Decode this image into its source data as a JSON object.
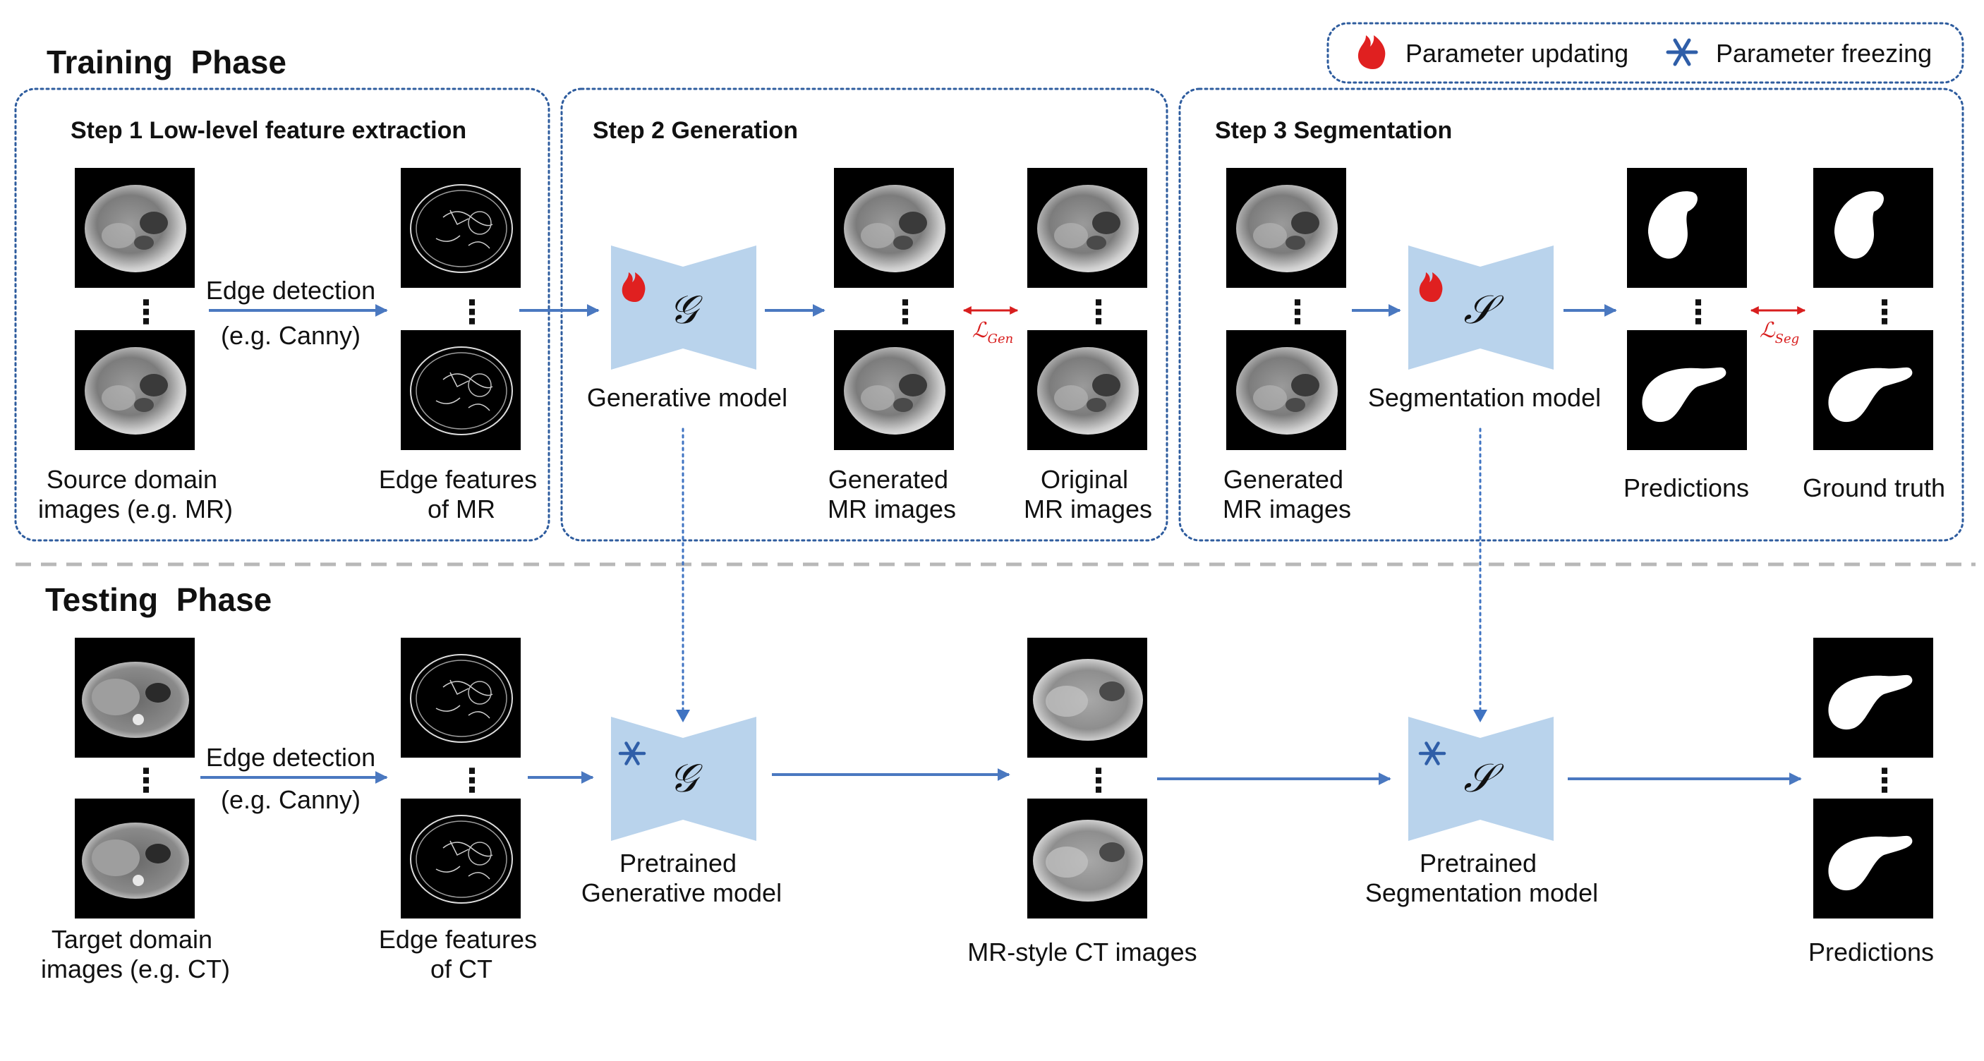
{
  "colors": {
    "box_border": "#2e5c9e",
    "arrow": "#4a78c0",
    "network_fill": "#b9d3ec",
    "loss_arrow": "#d81e1e",
    "flame": "#e02020",
    "snowflake": "#2f5ea8",
    "separator": "#b8b8b8"
  },
  "legend": {
    "updating_icon": "flame-icon",
    "updating_label": "Parameter updating",
    "freezing_icon": "snowflake-icon",
    "freezing_label": "Parameter freezing"
  },
  "training": {
    "title": "Training  Phase",
    "step1": {
      "title": "Step 1 Low-level feature extraction",
      "source_label": [
        "Source domain",
        "images (e.g. MR)"
      ],
      "edge_detection": "Edge detection",
      "edge_method": "(e.g. Canny)",
      "edge_label": [
        "Edge features",
        "of MR"
      ]
    },
    "step2": {
      "title": "Step 2 Generation",
      "model_symbol": "𝒢",
      "model_label": "Generative model",
      "generated_label": [
        "Generated",
        "MR images"
      ],
      "original_label": [
        "Original",
        "MR images"
      ],
      "loss": "ℒ",
      "loss_sub": "Gen"
    },
    "step3": {
      "title": "Step 3 Segmentation",
      "generated_label": [
        "Generated",
        "MR images"
      ],
      "model_symbol": "𝒮",
      "model_label": "Segmentation model",
      "predictions_label": "Predictions",
      "ground_truth_label": "Ground truth",
      "loss": "ℒ",
      "loss_sub": "Seg"
    }
  },
  "testing": {
    "title": "Testing  Phase",
    "target_label": [
      "Target domain",
      "images (e.g. CT)"
    ],
    "edge_detection": "Edge detection",
    "edge_method": "(e.g. Canny)",
    "edge_label": [
      "Edge features",
      "of CT"
    ],
    "gen_model_symbol": "𝒢",
    "gen_model_label": [
      "Pretrained",
      "Generative model"
    ],
    "mrstyle_label": "MR-style CT images",
    "seg_model_symbol": "𝒮",
    "seg_model_label": [
      "Pretrained",
      "Segmentation model"
    ],
    "predictions_label": "Predictions"
  },
  "ellipsis": "⋮"
}
